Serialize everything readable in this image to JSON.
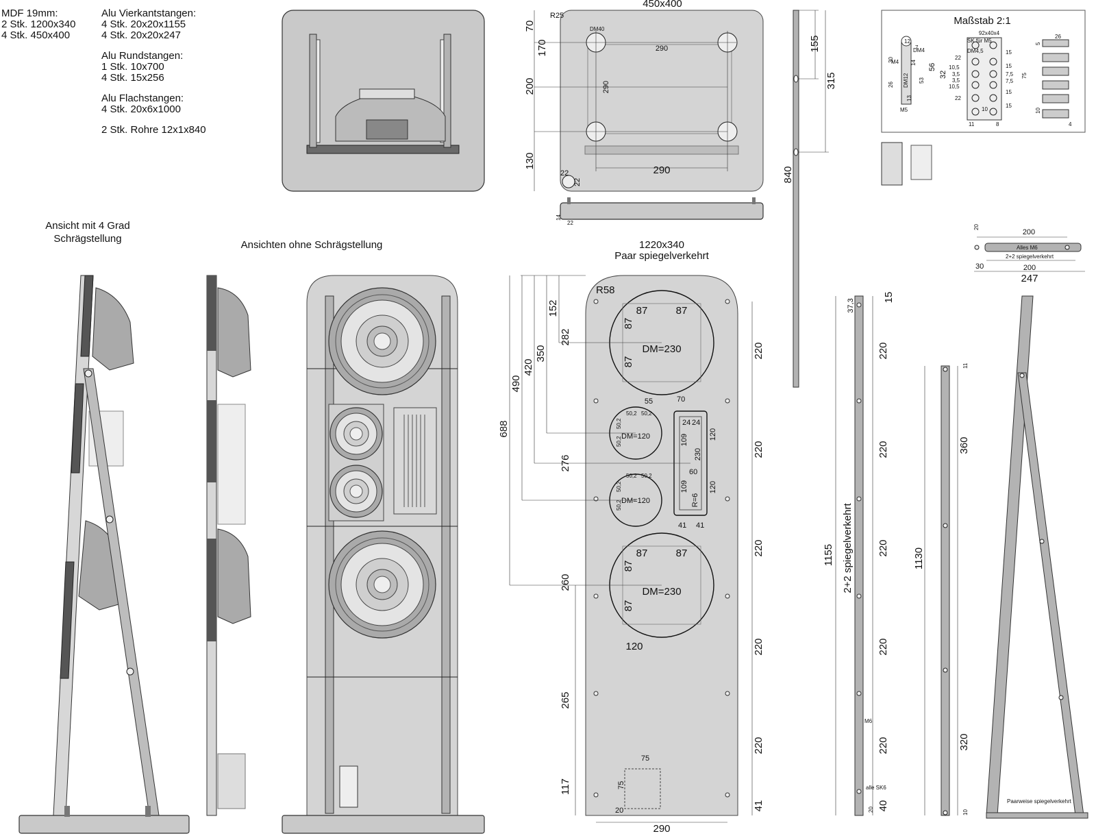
{
  "materials": {
    "mdf_title": "MDF 19mm:",
    "mdf_1": "2 Stk. 1200x340",
    "mdf_2": "4 Stk. 450x400",
    "square_title": "Alu Vierkantstangen:",
    "square_1": "4 Stk. 20x20x1155",
    "square_2": "4 Stk. 20x20x247",
    "round_title": "Alu Rundstangen:",
    "round_1": "1 Stk. 10x700",
    "round_2": "4 Stk. 15x256",
    "flat_title": "Alu Flachstangen:",
    "flat_1": "4 Stk. 20x6x1000",
    "tubes": "2 Stk. Rohre 12x1x840"
  },
  "base_plate": {
    "title": "450x400",
    "r": "R25",
    "dm": "DM40",
    "d70": "70",
    "d170": "170",
    "d200": "200",
    "d130": "130",
    "d290_top": "290",
    "d290_v": "290",
    "d290_bottom": "290",
    "d22a": "22",
    "d22b": "22",
    "side_14": "14",
    "side_22": "22"
  },
  "tube": {
    "d155": "155",
    "d315": "315",
    "d840": "840"
  },
  "scale": {
    "title": "Maßstab 2:1",
    "size": "92x40x4",
    "sk": "SK für M5",
    "dm45": "DM4,5",
    "d12": "12",
    "d30": "30",
    "d7": "7",
    "m4": "M4",
    "dm4": "DM4",
    "d26": "26",
    "dm12": "DM12",
    "d14": "14",
    "d53": "53",
    "d56": "56",
    "d13": "13",
    "m5": "M5",
    "d22": "22",
    "d105a": "10,5",
    "d35a": "3,5",
    "d35b": "3,5",
    "d105b": "10,5",
    "d32": "32",
    "d15a": "15",
    "d15b": "15",
    "d75a": "7,5",
    "d75b": "7,5",
    "d15c": "15",
    "d15d": "15",
    "d75": "75",
    "d11": "11",
    "d8": "8",
    "d10": "10",
    "r26": "26",
    "r5": "5",
    "r10": "10",
    "r4": "4"
  },
  "views": {
    "tilt_1": "Ansicht mit 4 Grad",
    "tilt_2": "Schrägstellung",
    "no_tilt": "Ansichten ohne Schrägstellung"
  },
  "front": {
    "title_1": "1220x340",
    "title_2": "Paar spiegelverkehrt",
    "r58": "R58",
    "d152": "152",
    "d282": "282",
    "d350": "350",
    "d420": "420",
    "d490": "490",
    "d688": "688",
    "d276": "276",
    "d260": "260",
    "d265": "265",
    "d117": "117",
    "w1_87a": "87",
    "w1_87b": "87",
    "w1_87c": "87",
    "w1_87d": "87",
    "w1_dm": "DM=230",
    "w2_87a": "87",
    "w2_87b": "87",
    "w2_87c": "87",
    "w2_dm": "DM=230",
    "m_55": "55",
    "m_502a": "50,2",
    "m_502b": "50,2",
    "m_502c": "50,2",
    "m_502d": "50,2",
    "m_dm": "DM=120",
    "m2_502a": "50,2",
    "m2_502b": "50,2",
    "m2_502c": "50,2",
    "m2_502d": "50,2",
    "m2_dm": "DM=120",
    "t_70": "70",
    "t_24a": "24",
    "t_24b": "24",
    "t_109a": "109",
    "t_109b": "109",
    "t_120a": "120",
    "t_120b": "120",
    "t_230": "230",
    "t_60": "60",
    "t_r6": "R=6",
    "t_41a": "41",
    "t_41b": "41",
    "b_120": "120",
    "b_75a": "75",
    "b_75b": "75",
    "b_20": "20",
    "w_290": "290",
    "r_220a": "220",
    "r_220b": "220",
    "r_220c": "220",
    "r_220d": "220",
    "r_220e": "220",
    "r_41": "41"
  },
  "flatbar": {
    "d15": "15",
    "d373": "37,3",
    "d220a": "220",
    "d220b": "220",
    "d220c": "220",
    "d220d": "220",
    "d220e": "220",
    "d40": "40",
    "d20": "20",
    "d1155": "1155",
    "mirror": "2+2 spiegelverkehrt",
    "m6": "M6",
    "sk6": "alle SK6"
  },
  "shortbar": {
    "d20": "20",
    "d200a": "200",
    "d30": "30",
    "alles": "Alles M6",
    "mirror": "2+2 spiegelverkehrt",
    "d200b": "200",
    "d247": "247"
  },
  "brace": {
    "d11": "11",
    "d360": "360",
    "d1130": "1130",
    "d320": "320",
    "d10": "10",
    "pair": "Paarweise spiegelverkehrt"
  }
}
